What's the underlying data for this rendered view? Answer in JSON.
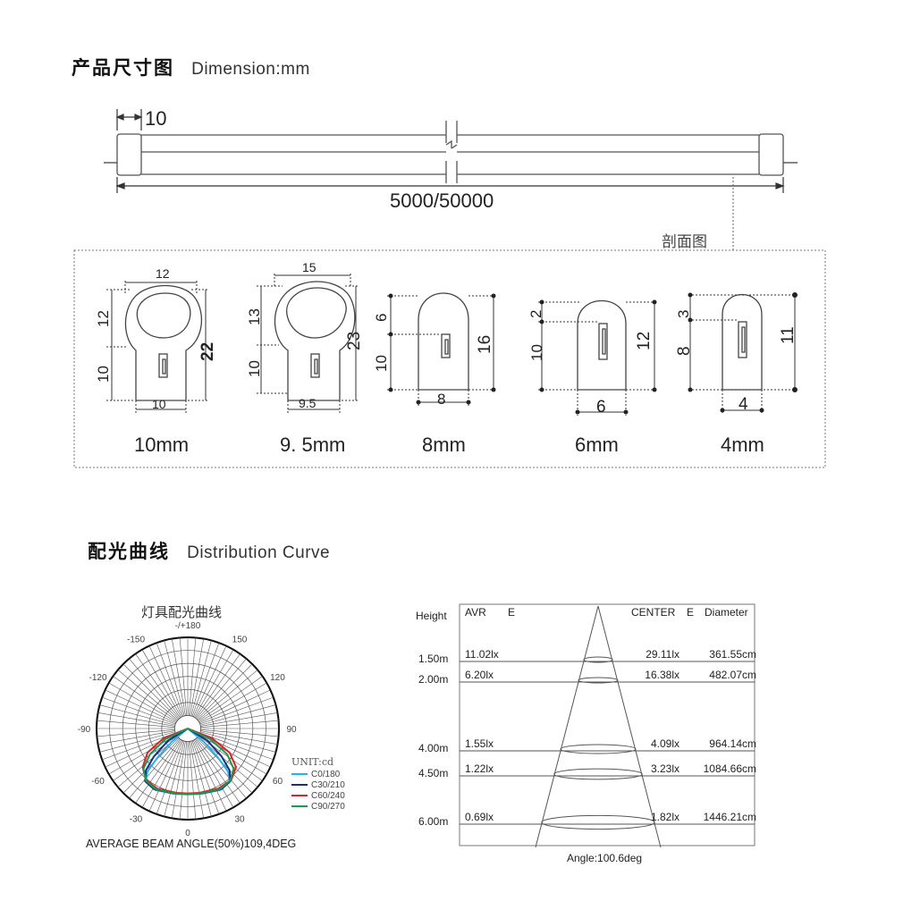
{
  "dimension": {
    "title_cn": "产品尺寸图",
    "title_en": "Dimension:mm",
    "end_cap_width": "10",
    "length": "5000/50000",
    "section_label": "剖面图",
    "profiles": [
      {
        "name": "10mm",
        "top": "12",
        "bottom": "10",
        "h_upper": "12",
        "h_lower": "10",
        "total": "22"
      },
      {
        "name": "9. 5mm",
        "top": "15",
        "bottom": "9.5",
        "h_upper": "13",
        "h_lower": "10",
        "total": "23"
      },
      {
        "name": "8mm",
        "bottom": "8",
        "h_upper": "6",
        "h_lower": "10",
        "total": "16"
      },
      {
        "name": "6mm",
        "bottom": "6",
        "h_upper": "2",
        "h_lower": "10",
        "total": "12"
      },
      {
        "name": "4mm",
        "bottom": "4",
        "h_upper": "3",
        "h_lower": "8",
        "total": "11"
      }
    ]
  },
  "distribution": {
    "title_cn": "配光曲线",
    "title_en": "Distribution Curve",
    "polar": {
      "title": "灯具配光曲线",
      "angle_labels": [
        "-/+180",
        "150",
        "120",
        "90",
        "60",
        "30",
        "0",
        "-30",
        "-60",
        "-90",
        "-120",
        "-150"
      ],
      "unit": "UNIT:cd",
      "legend": [
        {
          "label": "C0/180",
          "color": "#2ab0e6"
        },
        {
          "label": "C30/210",
          "color": "#1a2e8c"
        },
        {
          "label": "C60/240",
          "color": "#e0202a"
        },
        {
          "label": "C90/270",
          "color": "#1a9a4a"
        }
      ],
      "beam_angle": "AVERAGE BEAM ANGLE(50%)109,4DEG"
    },
    "table": {
      "height_label": "Height",
      "avr_label": "AVR",
      "e1": "E",
      "center_label": "CENTER",
      "e2": "E",
      "diameter_label": "Diameter",
      "rows": [
        {
          "height": "1.50m",
          "avr": "11.02lx",
          "center": "29.11lx",
          "diameter": "361.55cm"
        },
        {
          "height": "2.00m",
          "avr": "6.20lx",
          "center": "16.38lx",
          "diameter": "482.07cm"
        },
        {
          "height": "4.00m",
          "avr": "1.55lx",
          "center": "4.09lx",
          "diameter": "964.14cm"
        },
        {
          "height": "4.50m",
          "avr": "1.22lx",
          "center": "3.23lx",
          "diameter": "1084.66cm"
        },
        {
          "height": "6.00m",
          "avr": "0.69lx",
          "center": "1.82lx",
          "diameter": "1446.21cm"
        }
      ],
      "angle": "Angle:100.6deg"
    }
  }
}
